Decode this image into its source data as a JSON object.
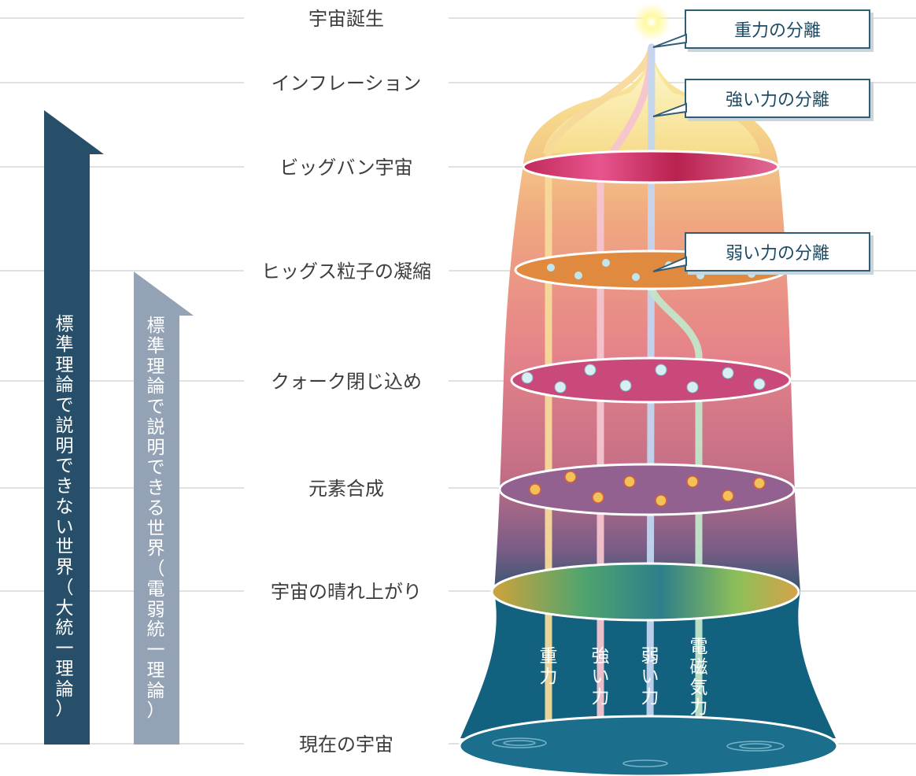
{
  "eras": [
    {
      "label": "宇宙誕生"
    },
    {
      "label": "インフレーション"
    },
    {
      "label": "ビッグバン宇宙"
    },
    {
      "label": "ヒッグス粒子の凝縮"
    },
    {
      "label": "クォーク閉じ込め"
    },
    {
      "label": "元素合成"
    },
    {
      "label": "宇宙の晴れ上がり"
    },
    {
      "label": "現在の宇宙"
    }
  ],
  "arrows": {
    "gut": {
      "text": "標準理論で説明できない世界（大統一理論）",
      "color": "#284f69"
    },
    "ew": {
      "text": "標準理論で説明できる世界（電弱統一理論）",
      "color": "#93a3b5"
    }
  },
  "callouts": {
    "gravity_split": "重力の分離",
    "strong_split": "強い力の分離",
    "weak_split": "弱い力の分離"
  },
  "forces": {
    "gravity": {
      "label": "重力",
      "color": "#f7d99a"
    },
    "strong": {
      "label": "強い力",
      "color": "#f4c4cf"
    },
    "weak": {
      "label": "弱い力",
      "color": "#c3d5ef"
    },
    "em": {
      "label": "電磁気力",
      "color": "#c2e6c9"
    }
  },
  "colors": {
    "present_teal": "#12617e",
    "callout_border": "#2f5d76"
  }
}
